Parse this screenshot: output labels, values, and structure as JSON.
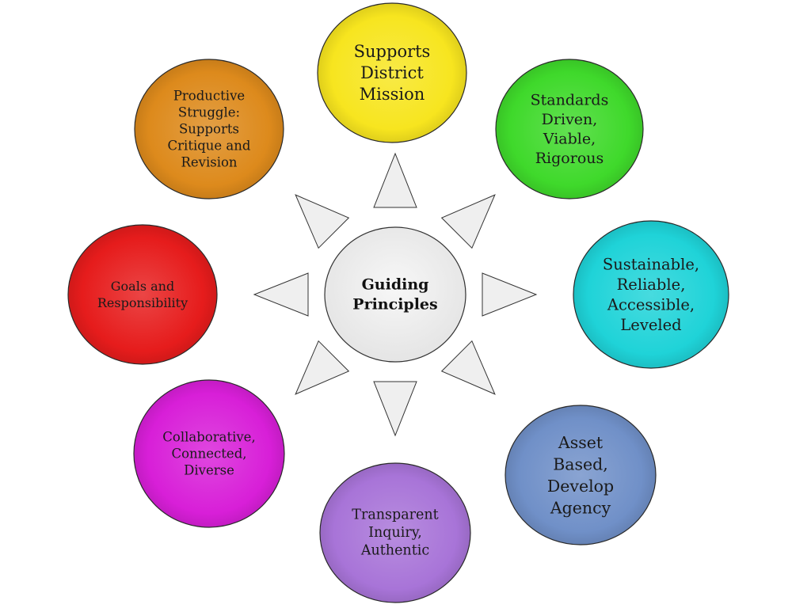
{
  "diagram": {
    "center": {
      "lines": [
        "Guiding",
        "Principles"
      ]
    },
    "nodes": [
      {
        "id": "supports-district-mission",
        "lines": [
          "Supports",
          "District",
          "Mission"
        ],
        "color": "#f7e51f"
      },
      {
        "id": "standards-driven",
        "lines": [
          "Standards",
          "Driven,",
          "Viable,",
          "Rigorous"
        ],
        "color": "#3fd92b"
      },
      {
        "id": "sustainable-reliable",
        "lines": [
          "Sustainable,",
          "Reliable,",
          "Accessible,",
          "Leveled"
        ],
        "color": "#1fd3d8"
      },
      {
        "id": "asset-based",
        "lines": [
          "Asset",
          "Based,",
          "Develop",
          "Agency"
        ],
        "color": "#7090c8"
      },
      {
        "id": "transparent-inquiry",
        "lines": [
          "Transparent",
          "Inquiry,",
          "Authentic"
        ],
        "color": "#a874d8"
      },
      {
        "id": "collaborative-connected",
        "lines": [
          "Collaborative,",
          "Connected,",
          "Diverse"
        ],
        "color": "#d81fd8"
      },
      {
        "id": "goals-responsibility",
        "lines": [
          "Goals and",
          "Responsibility"
        ],
        "color": "#e61c1c"
      },
      {
        "id": "productive-struggle",
        "lines": [
          "Productive",
          "Struggle:",
          "Supports",
          "Critique and",
          "Revision"
        ],
        "color": "#dd8a1c"
      }
    ]
  }
}
